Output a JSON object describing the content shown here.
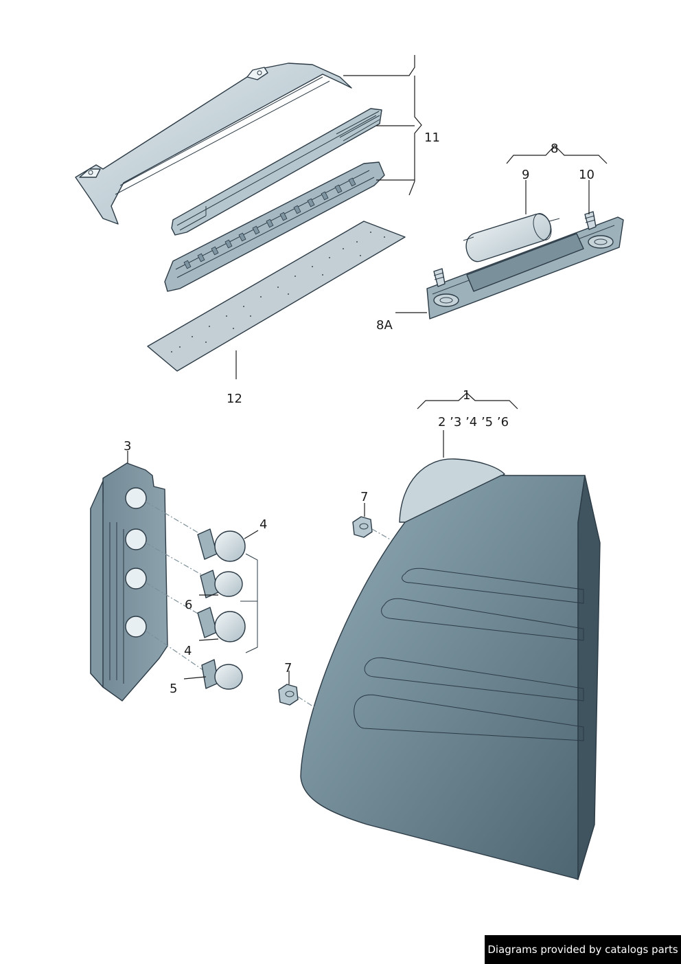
{
  "callouts": {
    "c1": "1",
    "c2_6": "2 ’3 ’4 ’5 ’6",
    "c3": "3",
    "c4_top": "4",
    "c4_bottom": "4",
    "c5": "5",
    "c6": "6",
    "c7_top": "7",
    "c7_bottom": "7",
    "c8": "8",
    "c8a": "8A",
    "c9": "9",
    "c10": "10",
    "c11": "11",
    "c12": "12"
  },
  "credit": "Diagrams provided by catalogs parts",
  "colors": {
    "part_light": "#c9d6dc",
    "part_mid": "#9fb3bd",
    "part_dark": "#6f8793",
    "lens_top": "#8fa9b5",
    "lens_bottom": "#4f6670",
    "bulb": "#dfe8ec"
  }
}
